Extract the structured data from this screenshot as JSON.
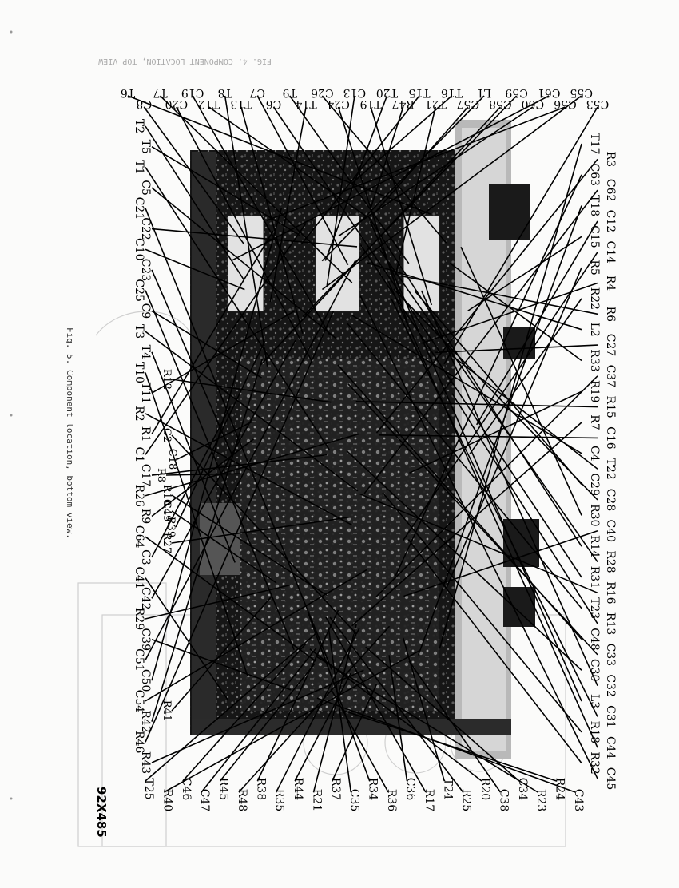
{
  "page": {
    "figure_caption": "Fig. 5. Component location, bottom view.",
    "drawing_number": "92X485",
    "faint_header": "FIG. 4. COMPONENT LOCATION, TOP VIEW"
  },
  "callouts": {
    "top": [
      "T6",
      "C8",
      "T7",
      "C20",
      "C19",
      "T12",
      "T8",
      "T13",
      "C7",
      "C6",
      "T9",
      "T14",
      "C26",
      "C24",
      "C13",
      "T19",
      "T20",
      "R47",
      "T15",
      "T21",
      "T16",
      "C57",
      "L1",
      "C58",
      "C59",
      "C60",
      "C61",
      "C56",
      "C55",
      "C53"
    ],
    "right": [
      "T17",
      "R3",
      "C63",
      "C62",
      "T18",
      "C12",
      "C15",
      "C14",
      "R5",
      "R4",
      "R22",
      "R6",
      "L2",
      "C27",
      "R33",
      "C37",
      "R19",
      "R15",
      "R7",
      "C16",
      "C4",
      "T22",
      "C29",
      "C28",
      "R30",
      "C40",
      "R14",
      "R28",
      "R31",
      "R16",
      "T23",
      "R13",
      "C48",
      "C33",
      "C30",
      "C32",
      "L3",
      "C31",
      "R18",
      "C44",
      "R32",
      "C45"
    ],
    "bottom": [
      "T25",
      "R40",
      "C46",
      "C47",
      "R45",
      "R48",
      "R38",
      "R35",
      "R44",
      "R21",
      "R37",
      "C35",
      "R34",
      "R36",
      "C36",
      "R17",
      "T24",
      "R25",
      "R20",
      "C38",
      "C34",
      "R23",
      "R24",
      "C43"
    ],
    "left": [
      "T2",
      "T5",
      "T1",
      "C5",
      "C21",
      "C22",
      "C10",
      "C23",
      "C25",
      "C9",
      "T3",
      "T4",
      "T10",
      "T11",
      "R2",
      "R1",
      "C1",
      "C17",
      "R26",
      "R9",
      "C64",
      "C3",
      "C41",
      "C42",
      "R29",
      "C39",
      "C51",
      "C50",
      "C54",
      "R42",
      "R46",
      "R43"
    ],
    "inner": [
      "R12",
      "C2",
      "C18",
      "R8",
      "R10",
      "C49",
      "R39",
      "R27",
      "R41"
    ]
  }
}
